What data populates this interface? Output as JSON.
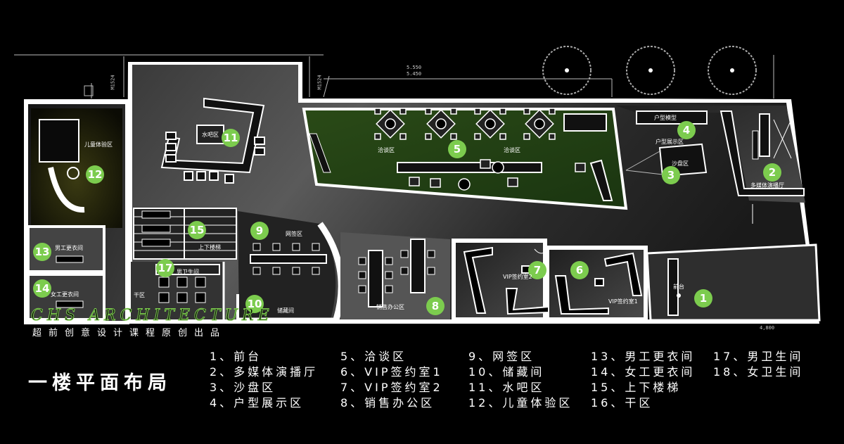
{
  "title": "一楼平面布局",
  "brand": "CHS ARCHITECTURE",
  "subbrand": "超前创意设计课程原创出品",
  "legend": [
    [
      "1、前台",
      "2、多媒体演播厅",
      "3、沙盘区",
      "4、户型展示区"
    ],
    [
      "5、洽谈区",
      "6、VIP签约室1",
      "7、VIP签约室2",
      "8、销售办公区"
    ],
    [
      "9、网签区",
      "10、储藏间",
      "11、水吧区",
      "12、儿童体验区"
    ],
    [
      "13、男工更衣间",
      "14、女工更衣间",
      "15、上下楼梯",
      "16、干区"
    ],
    [
      "17、男卫生间",
      "18、女卫生间"
    ]
  ],
  "badges": [
    "1",
    "2",
    "3",
    "4",
    "5",
    "6",
    "7",
    "8",
    "9",
    "10",
    "11",
    "12",
    "13",
    "14",
    "15",
    "17"
  ],
  "rooms": {
    "child": "儿童体验区",
    "bar": "水吧区",
    "talk_left": "洽谈区",
    "talk_right": "洽谈区",
    "unit_model": "户型模型",
    "unit_show": "户型展示区",
    "sand": "沙盘区",
    "media": "多媒体演播厅",
    "net": "网签区",
    "stair": "上下楼梯",
    "men_change": "男工更衣间",
    "women_change": "女工更衣间",
    "men_wc": "男卫生间",
    "dry": "干区",
    "storage": "储藏间",
    "sales": "销售办公区",
    "vip2": "VIP签约室2",
    "vip1": "VIP签约室1",
    "front": "前台"
  },
  "dims": {
    "d1": "5.550",
    "d2": "5.450",
    "door1": "M1524",
    "door2": "M1524",
    "bottom": "4,800"
  },
  "colors": {
    "accent": "#7ccc4e",
    "background": "#000000"
  }
}
